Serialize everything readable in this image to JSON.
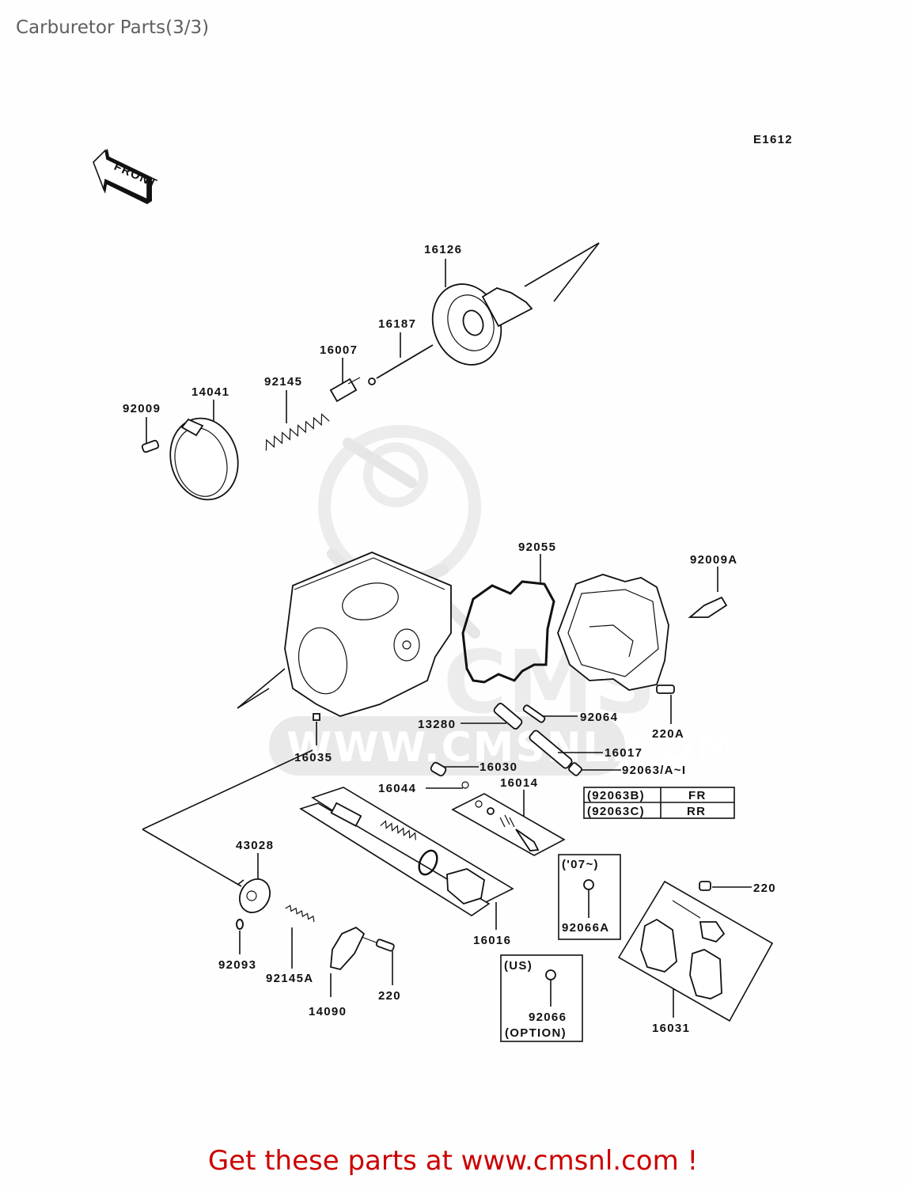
{
  "page": {
    "title": "Carburetor Parts(3/3)",
    "footer": "Get these parts at www.cmsnl.com !",
    "diagram_code": "E1612",
    "front_indicator": "FRONT",
    "watermark_text": "WWW.CMSNL.COM",
    "footer_color": "#cc0000"
  },
  "parts": {
    "p16126": "16126",
    "p16187": "16187",
    "p16007": "16007",
    "p92145": "92145",
    "p14041": "14041",
    "p92009": "92009",
    "p92055": "92055",
    "p92009A": "92009A",
    "p220A": "220A",
    "p92064": "92064",
    "p13280": "13280",
    "p16017": "16017",
    "p16035": "16035",
    "p16030": "16030",
    "p92063": "92063/A~I",
    "p16044": "16044",
    "p16014": "16014",
    "p43028": "43028",
    "p92093": "92093",
    "p92145A": "92145A",
    "p14090": "14090",
    "p220b": "220",
    "p16016": "16016",
    "p92066A": "92066A",
    "p92066": "92066",
    "p220c": "220",
    "p16031": "16031"
  },
  "variant_table": {
    "rows": [
      {
        "code": "(92063B)",
        "position": "FR"
      },
      {
        "code": "(92063C)",
        "position": "RR"
      }
    ]
  },
  "notes": {
    "year_box": "('07~)",
    "us_box": "(US)",
    "option": "(OPTION)"
  }
}
